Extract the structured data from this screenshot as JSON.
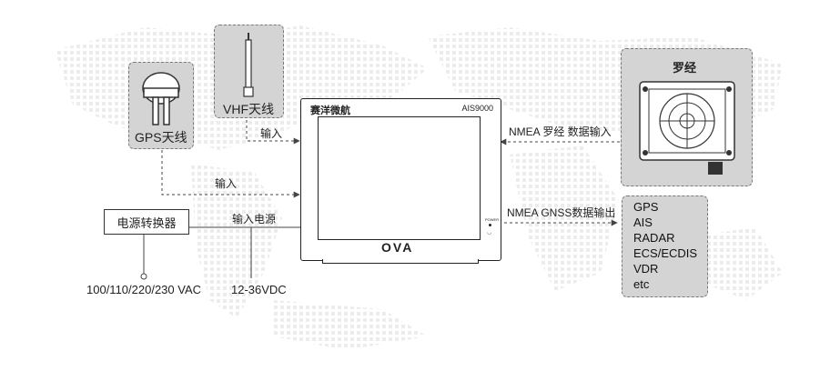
{
  "devices": {
    "gps_antenna": "GPS天线",
    "vhf_antenna": "VHF天线",
    "compass": "罗经",
    "converter": "电源转换器",
    "ais": {
      "brand": "赛洋微航",
      "model": "AIS9000",
      "power": "POWER",
      "logo": "OVA"
    }
  },
  "connections": {
    "vhf_input": "输入",
    "gps_input": "输入",
    "power_input": "输入电源",
    "compass_input": "NMEA 罗经 数据输入",
    "gnss_output": "NMEA GNSS数据输出",
    "ac_power": "100/110/220/230 VAC",
    "dc_power": "12-36VDC"
  },
  "outputs": [
    "GPS",
    "AIS",
    "RADAR",
    "ECS/ECDIS",
    "VDR",
    "etc"
  ],
  "colors": {
    "box_fill": "#d4d4d4",
    "box_border": "#7a7a7a",
    "map_dots": "#ececec",
    "line": "#444444"
  }
}
